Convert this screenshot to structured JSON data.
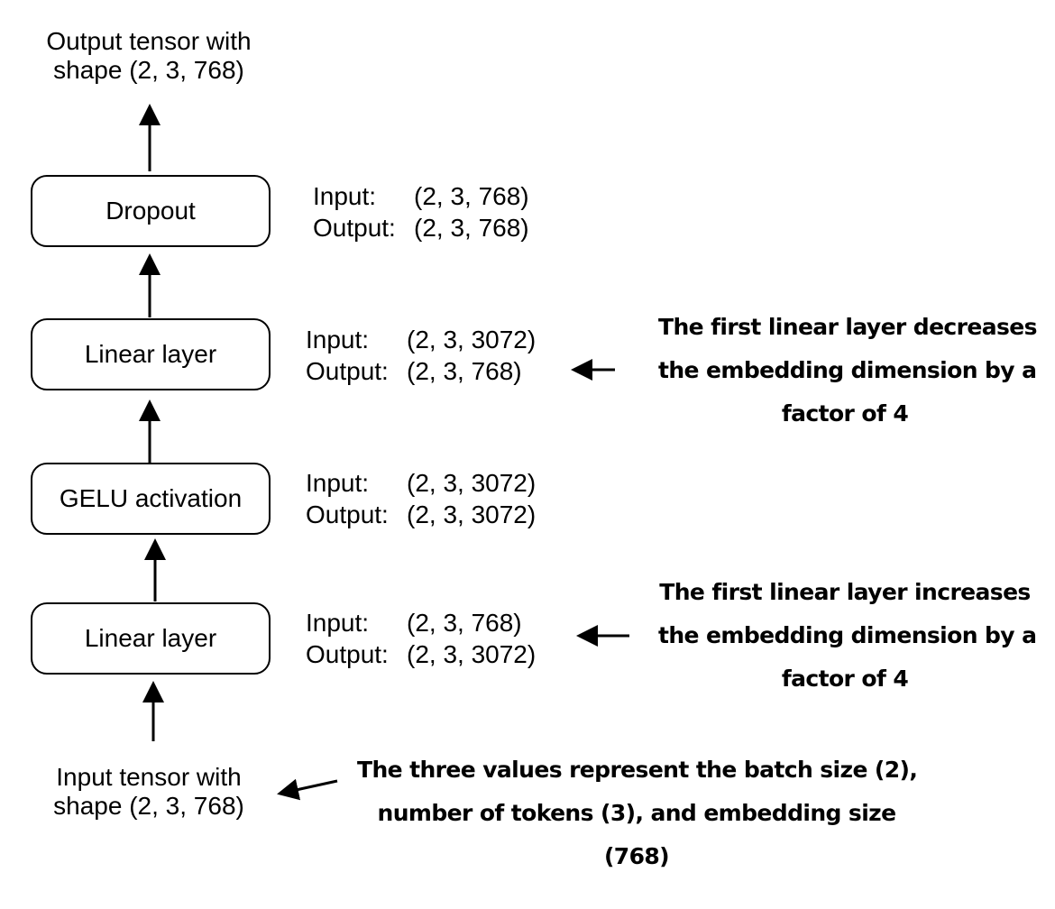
{
  "output_tensor": {
    "line1": "Output tensor with",
    "line2": "shape (2, 3, 768)"
  },
  "input_tensor": {
    "line1": "Input tensor with",
    "line2": "shape (2, 3, 768)"
  },
  "layers": [
    {
      "label": "Dropout",
      "input_key": "Input:",
      "input_value": "(2, 3, 768)",
      "output_key": "Output:",
      "output_value": "(2, 3, 768)"
    },
    {
      "label": "Linear layer",
      "input_key": "Input:",
      "input_value": "(2, 3, 3072)",
      "output_key": "Output:",
      "output_value": "(2, 3, 768)"
    },
    {
      "label": "GELU activation",
      "input_key": "Input:",
      "input_value": "(2, 3, 3072)",
      "output_key": "Output:",
      "output_value": "(2, 3, 3072)"
    },
    {
      "label": "Linear layer",
      "input_key": "Input:",
      "input_value": "(2, 3, 768)",
      "output_key": "Output:",
      "output_value": "(2, 3, 3072)"
    }
  ],
  "annotations": {
    "decrease": {
      "line1": "The first linear layer decreases",
      "line2": "the embedding dimension by a",
      "line3": "factor of 4"
    },
    "increase": {
      "line1": "The first linear layer increases",
      "line2": "the embedding dimension by a",
      "line3": "factor of 4"
    },
    "input_values": {
      "line1": "The three values represent the batch size (2),",
      "line2": "number of tokens (3), and embedding size",
      "line3": "(768)"
    }
  }
}
